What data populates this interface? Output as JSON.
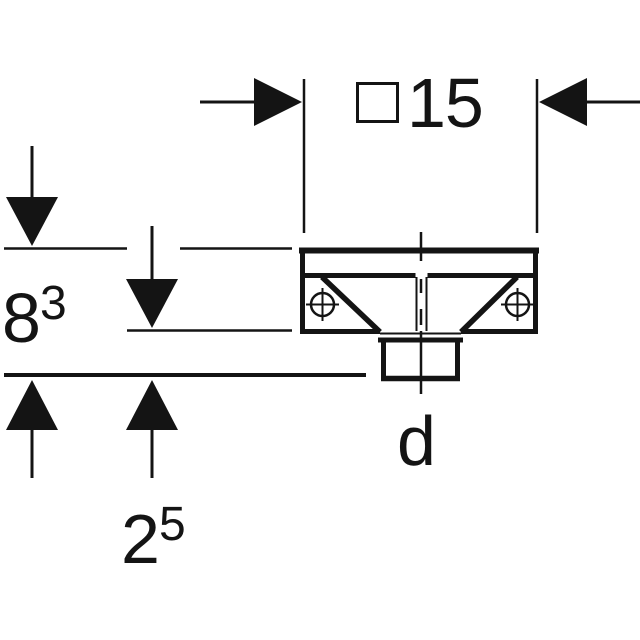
{
  "colors": {
    "line": "#141414",
    "background": "#ffffff"
  },
  "drawing": {
    "kind": "technical dimension drawing of pipe outlet fitting"
  },
  "dimensions": {
    "width": {
      "symbol": "square-dimension-symbol",
      "value": "15"
    },
    "height": {
      "main": "8",
      "sup": "3"
    },
    "outlet_height": {
      "main": "2",
      "sup": "5"
    },
    "outlet_diameter_label": "d"
  }
}
